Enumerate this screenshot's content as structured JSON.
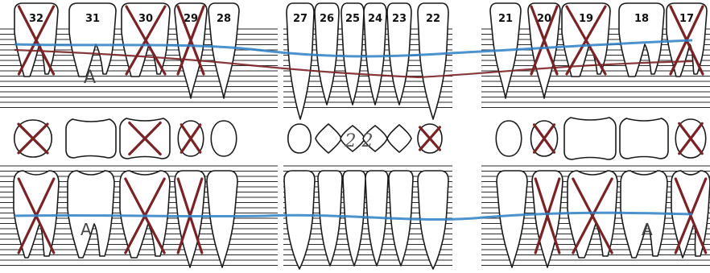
{
  "chart_title": "",
  "upper_teeth": [
    {
      "n": "32",
      "missing": true
    },
    {
      "n": "31",
      "missing": false,
      "mark": "A"
    },
    {
      "n": "30",
      "missing": true
    },
    {
      "n": "29",
      "missing": true
    },
    {
      "n": "28",
      "missing": false
    },
    {
      "n": "27",
      "missing": false
    },
    {
      "n": "26",
      "missing": false
    },
    {
      "n": "25",
      "missing": false
    },
    {
      "n": "24",
      "missing": false
    },
    {
      "n": "23",
      "missing": false
    },
    {
      "n": "22",
      "missing": false
    },
    {
      "n": "21",
      "missing": false
    },
    {
      "n": "20",
      "missing": true
    },
    {
      "n": "19",
      "missing": true
    },
    {
      "n": "18",
      "missing": false
    },
    {
      "n": "17",
      "missing": true
    }
  ],
  "occlusal_row": {
    "missing_positions": [
      1,
      3,
      4,
      11,
      13,
      16
    ],
    "annotation": "2 2"
  },
  "lower_marks": {
    "left": "A",
    "right": "A"
  },
  "colors": {
    "cross_mark": "#7a2326",
    "bone_line_blue": "#2d7fc4",
    "bone_line_red": "#7a2326"
  }
}
